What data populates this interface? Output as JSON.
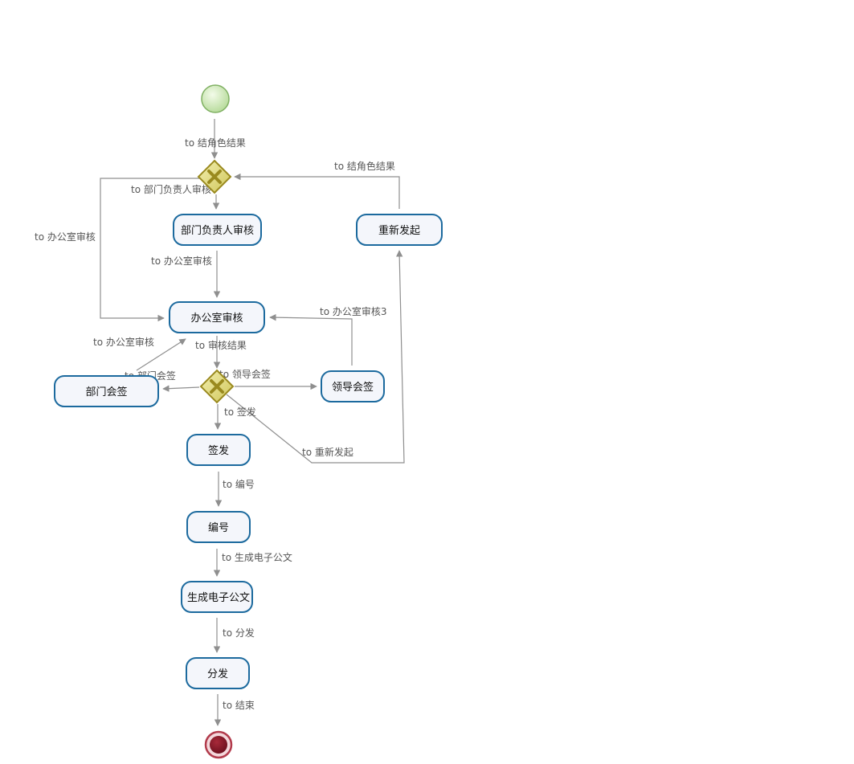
{
  "diagram": {
    "nodes": {
      "start": {
        "type": "start-event"
      },
      "gateway1": {
        "type": "exclusive-gateway"
      },
      "gateway2": {
        "type": "exclusive-gateway"
      },
      "end": {
        "type": "end-event"
      },
      "dept_head_review": {
        "label": "部门负责人审核"
      },
      "resubmit": {
        "label": "重新发起"
      },
      "office_review": {
        "label": "办公室审核"
      },
      "dept_countersign": {
        "label": "部门会签"
      },
      "leader_countersign": {
        "label": "领导会签"
      },
      "sign_issue": {
        "label": "签发"
      },
      "numbering": {
        "label": "编号"
      },
      "generate_doc": {
        "label": "生成电子公文"
      },
      "distribute": {
        "label": "分发"
      }
    },
    "edge_labels": {
      "start_to_gateway1": "to 结角色结果",
      "resubmit_to_gateway1": "to 结角色结果",
      "gateway1_to_dept_head": "to 部门负责人审核",
      "gateway1_to_office": "to 办公室审核",
      "dept_head_to_office": "to 办公室审核",
      "leader_to_office": "to 办公室审核3",
      "dept_countersign_to_office": "to 办公室审核",
      "office_to_gateway2": "to 审核结果",
      "gateway2_to_dept_countersign": "to 部门会签",
      "gateway2_to_leader": "to 领导会签",
      "gateway2_to_sign": "to 签发",
      "gateway2_to_resubmit": "to 重新发起",
      "sign_to_numbering": "to 编号",
      "numbering_to_generate": "to 生成电子公文",
      "generate_to_distribute": "to 分发",
      "distribute_to_end": "to 结束"
    },
    "colors": {
      "task_border": "#1c6a9e",
      "task_fill": "#f4f6fb",
      "edge": "#8f8f8f",
      "edge_label": "#555555",
      "start_event": "#b9dc9e",
      "gateway_fill": "#d9d36a",
      "gateway_mark": "#9a8a1f",
      "end_event": "#7a1624"
    }
  }
}
